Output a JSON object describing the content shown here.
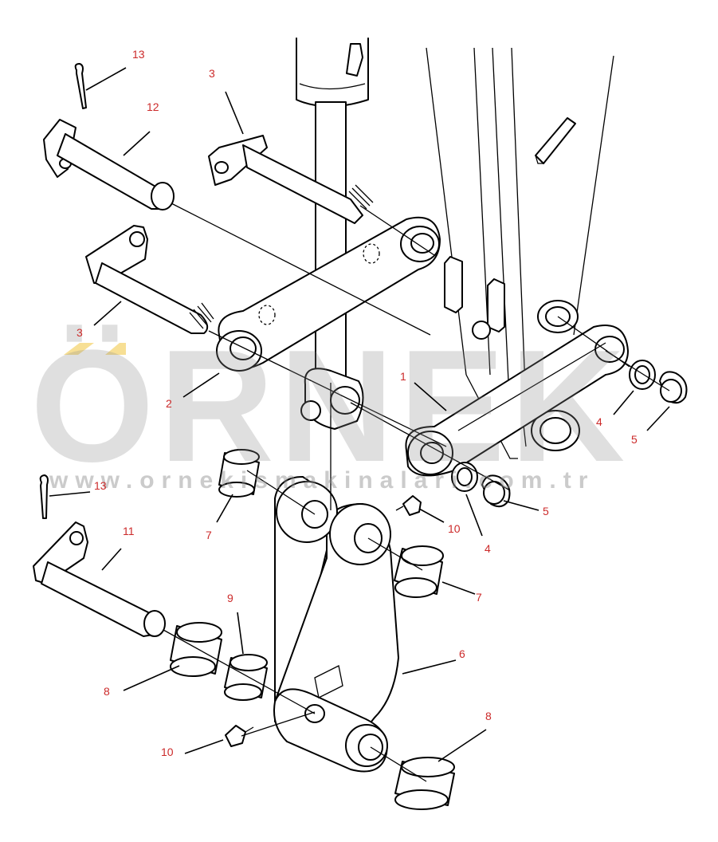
{
  "watermark": {
    "brand": "ÖRNEK",
    "url": "www.ornekismakinalari.com.tr",
    "accent_color": "#f2c94c",
    "text_color": "#8c8c8c"
  },
  "callout_color": "#cc2a2a",
  "callouts": {
    "c1": "1",
    "c2": "2",
    "c3a": "3",
    "c3b": "3",
    "c4a": "4",
    "c4b": "4",
    "c5a": "5",
    "c5b": "5",
    "c6": "6",
    "c7a": "7",
    "c7b": "7",
    "c8a": "8",
    "c8b": "8",
    "c9": "9",
    "c10a": "10",
    "c10b": "10",
    "c11": "11",
    "c12": "12",
    "c13a": "13",
    "c13b": "13"
  }
}
